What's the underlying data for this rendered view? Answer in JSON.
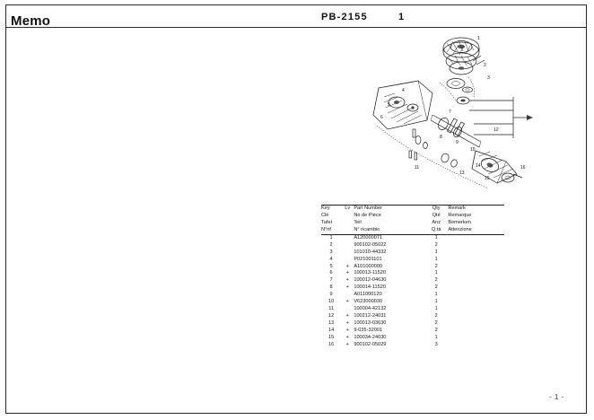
{
  "document": {
    "memo_heading": "Memo",
    "model_code": "PB-2155",
    "sheet_number": "1",
    "page_marker": "- 1 -"
  },
  "parts_table": {
    "header_rows": [
      {
        "key": "Key",
        "lv": "Lv",
        "part_number": "Part Number",
        "qty": "Qty",
        "remark": "Remark"
      },
      {
        "key": "Clè",
        "lv": "",
        "part_number": "No de Pièce",
        "qty": "Qté",
        "remark": "Remarque"
      },
      {
        "key": "Tafel",
        "lv": "",
        "part_number": "Teil",
        "qty": "Anz",
        "remark": "Bemerken"
      },
      {
        "key": "N°rif",
        "lv": "",
        "part_number": "N° ricambio",
        "qty": "Q.tà",
        "remark": "Attenzione"
      }
    ],
    "rows": [
      {
        "key": "1",
        "lv": "",
        "part_number": "A120000071",
        "qty": "1",
        "remark": ""
      },
      {
        "key": "2",
        "lv": "",
        "part_number": "900102-05022",
        "qty": "2",
        "remark": ""
      },
      {
        "key": "3",
        "lv": "",
        "part_number": "101010-44332",
        "qty": "1",
        "remark": ""
      },
      {
        "key": "4",
        "lv": "",
        "part_number": "P021001101",
        "qty": "1",
        "remark": ""
      },
      {
        "key": "5",
        "lv": "+",
        "part_number": "A101000000",
        "qty": "2",
        "remark": ""
      },
      {
        "key": "6",
        "lv": "+",
        "part_number": "100013-11520",
        "qty": "1",
        "remark": ""
      },
      {
        "key": "7",
        "lv": "+",
        "part_number": "100012-04630",
        "qty": "2",
        "remark": ""
      },
      {
        "key": "8",
        "lv": "+",
        "part_number": "100014-11520",
        "qty": "2",
        "remark": ""
      },
      {
        "key": "9",
        "lv": "",
        "part_number": "A011000120",
        "qty": "1",
        "remark": ""
      },
      {
        "key": "10",
        "lv": "+",
        "part_number": "V623000030",
        "qty": "1",
        "remark": ""
      },
      {
        "key": "11",
        "lv": "",
        "part_number": "100004-42132",
        "qty": "1",
        "remark": ""
      },
      {
        "key": "12",
        "lv": "+",
        "part_number": "100212-24031",
        "qty": "2",
        "remark": ""
      },
      {
        "key": "13",
        "lv": "+",
        "part_number": "100013-03630",
        "qty": "2",
        "remark": ""
      },
      {
        "key": "14",
        "lv": "+",
        "part_number": "9-035-32001",
        "qty": "2",
        "remark": ""
      },
      {
        "key": "15",
        "lv": "+",
        "part_number": "100034-24030",
        "qty": "1",
        "remark": ""
      },
      {
        "key": "16",
        "lv": "+",
        "part_number": "900102-05029",
        "qty": "3",
        "remark": ""
      }
    ]
  },
  "diagram": {
    "callouts": [
      "1",
      "2",
      "3",
      "4",
      "5",
      "6",
      "7",
      "8",
      "9",
      "10",
      "11",
      "12",
      "13",
      "14",
      "15",
      "16"
    ]
  },
  "colors": {
    "ink": "#1a1a1a",
    "rule": "#2b2b2b",
    "paper": "#ffffff"
  }
}
